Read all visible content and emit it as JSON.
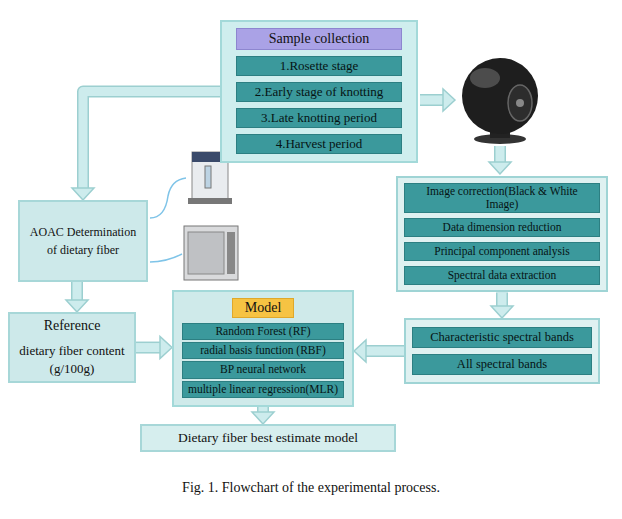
{
  "diagram": {
    "caption": "Fig. 1. Flowchart of the experimental process.",
    "nodes": [
      {
        "text": [
          "Sample collection"
        ]
      },
      {
        "text": [
          "1.Rosette stage"
        ],
        "in": 0
      },
      {
        "text": [
          "2.Early stage of knotting"
        ],
        "in": 0
      },
      {
        "text": [
          "3.Late knotting period"
        ],
        "in": 0
      },
      {
        "text": [
          "4.Harvest period"
        ],
        "in": 0
      },
      {
        "text": [
          "AOAC Determination of dietary fiber"
        ]
      },
      {
        "text": []
      },
      {
        "text": [
          "Image correction(Black & White Image)"
        ],
        "in": 6
      },
      {
        "text": [
          "Data dimension reduction"
        ],
        "in": 6
      },
      {
        "text": [
          "Principal component analysis"
        ],
        "in": 6
      },
      {
        "text": [
          "Spectral data extraction"
        ],
        "in": 6
      },
      {
        "text": [
          "Reference",
          "dietary fiber content (g/100g)"
        ]
      },
      {
        "text": [
          "Model"
        ]
      },
      {
        "text": [
          "Random Forest (RF)"
        ],
        "in": 12
      },
      {
        "text": [
          "radial basis function (RBF)"
        ],
        "in": 12
      },
      {
        "text": [
          "BP neural network"
        ],
        "in": 12
      },
      {
        "text": [
          "multiple linear regression(MLR)"
        ],
        "in": 12
      },
      {
        "text": []
      },
      {
        "text": [
          "Characteristic spectral bands"
        ],
        "in": 17
      },
      {
        "text": [
          "All spectral bands"
        ],
        "in": 17
      },
      {
        "text": [
          "Dietary fiber best estimate model"
        ]
      }
    ],
    "edges": [
      {
        "from": 0,
        "to": 5,
        "arrow": "to"
      },
      {
        "from": 5,
        "to": 11,
        "arrow": "to"
      },
      {
        "from": 11,
        "to": 12,
        "arrow": "to"
      },
      {
        "from": 6,
        "to": 17,
        "arrow": "to"
      },
      {
        "from": 17,
        "to": 12,
        "arrow": "to"
      },
      {
        "from": 12,
        "to": 20,
        "arrow": "to"
      }
    ]
  }
}
